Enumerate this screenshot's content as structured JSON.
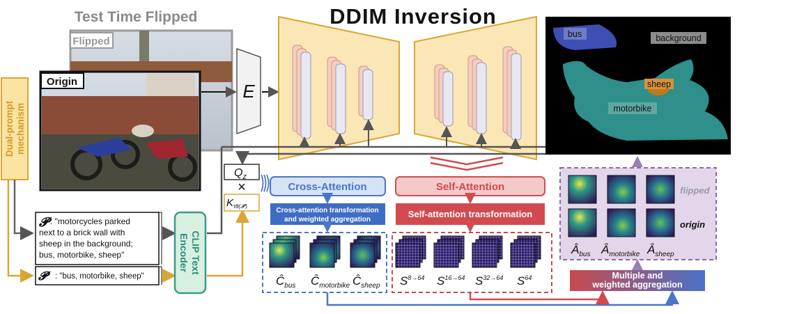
{
  "title": "DDIM Inversion",
  "test_time_flipped": "Test Time Flipped",
  "flipped_label": "Flipped",
  "origin_label": "Origin",
  "encoder_symbol": "E",
  "dual_prompt": {
    "line1": "Dual-prompt",
    "line2": "mechanism"
  },
  "prompt_p": {
    "symbol": "𝓟",
    "text_lines": [
      ": \"motorcycles parked",
      "next to a brick wall with",
      "sheep in the background;",
      "bus, motorbike, sheep\""
    ]
  },
  "prompt_p_prime": {
    "symbol": "𝓟′",
    "text": ": \"bus, motorbike, sheep\""
  },
  "clip": {
    "line1": "CLIP Text",
    "line2": "Encoder"
  },
  "qz": "Q",
  "qz_sub": "z",
  "times": "×",
  "k": "K",
  "k_sub": "τθ(𝓟′)",
  "cross_attention": "Cross-Attention",
  "self_attention": "Self-Attention",
  "cross_transform": {
    "line1": "Cross-attention transformation",
    "line2": "and weighted aggregation"
  },
  "self_transform": "Self-attention transformation",
  "cross_maps": [
    {
      "sym": "Ĉ",
      "sub": "bus"
    },
    {
      "sym": "Ĉ",
      "sub": "motorbike"
    },
    {
      "sym": "Ĉ",
      "sub": "sheep"
    }
  ],
  "self_maps": [
    {
      "sym": "S",
      "sup": "8→64"
    },
    {
      "sym": "S",
      "sup": "16→64"
    },
    {
      "sym": "S",
      "sup": "32→64"
    },
    {
      "sym": "S",
      "sup": "64"
    }
  ],
  "seg_labels": {
    "bus": "bus",
    "background": "background",
    "sheep": "sheep",
    "motorbike": "motorbike"
  },
  "flipped_text": "flipped",
  "origin_text": "origin",
  "agg_maps": [
    {
      "sym": "Â",
      "sub": "bus"
    },
    {
      "sym": "Â",
      "sub": "motorbike"
    },
    {
      "sym": "Â",
      "sub": "sheep"
    }
  ],
  "multiple": {
    "line1": "Multiple and",
    "line2": "weighted aggregation"
  },
  "colors": {
    "gold": "#d9a636",
    "unet_fill": "#fbe7b5",
    "blue": "#4a76c9",
    "red": "#d24a4f",
    "teal": "#3a9a8a",
    "purple_bg": "#e3d6eb",
    "seg_bus": "#3d4fb3",
    "seg_teal": "#2f8f8a",
    "seg_sheep": "#c07a1a"
  }
}
